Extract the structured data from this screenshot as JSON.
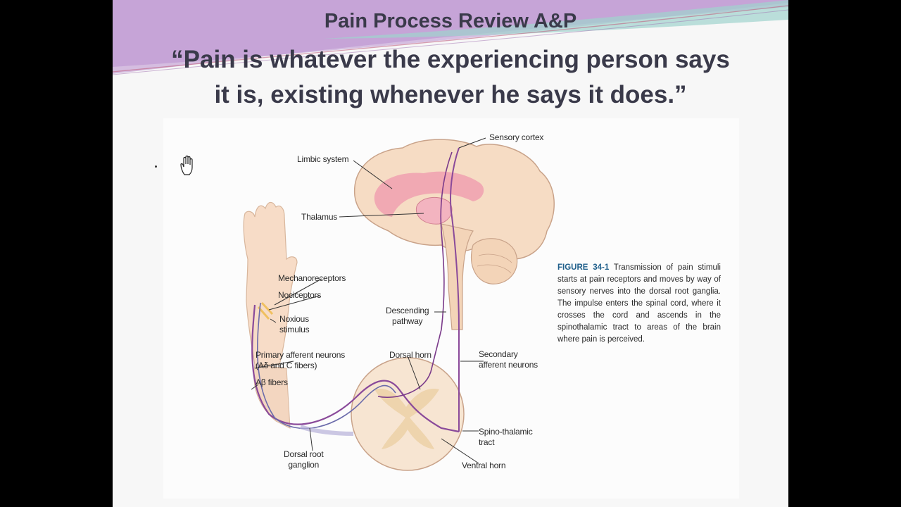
{
  "slide": {
    "title": "Pain Process Review A&P",
    "quote_line1": "“Pain is whatever the experiencing person says",
    "quote_line2": "it is, existing whenever he says it does.”"
  },
  "figure": {
    "labels": {
      "sensory_cortex": "Sensory cortex",
      "limbic_system": "Limbic system",
      "thalamus": "Thalamus",
      "mechanoreceptors": "Mechanoreceptors",
      "nociceptors": "Nociceptors",
      "noxious_1": "Noxious",
      "noxious_2": "stimulus",
      "descending_1": "Descending",
      "descending_2": "pathway",
      "primary_1": "Primary afferent neurons",
      "primary_2": "(Aδ and C fibers)",
      "abeta": "Aβ fibers",
      "dorsal_horn": "Dorsal horn",
      "secondary_1": "Secondary",
      "secondary_2": "afferent neurons",
      "spino_1": "Spino-thalamic",
      "spino_2": "tract",
      "drg_1": "Dorsal root",
      "drg_2": "ganglion",
      "ventral_horn": "Ventral horn"
    },
    "caption_label": "FIGURE 34-1",
    "caption_text": " Transmission of pain stimuli starts at pain receptors and moves by way of sensory nerves into the dorsal root ganglia. The impulse enters the spinal cord, where it crosses the cord and ascends in the spinothalamic tract to areas of the brain where pain is perceived."
  },
  "icons": {
    "cursor": "hand-cursor-icon"
  },
  "colors": {
    "title_text": "#3a3a4a",
    "caption_figure_label": "#1f5f8b",
    "swoosh_purple": "#b48cc8",
    "swoosh_teal": "#8fc9c3",
    "nerve_purple": "#8a4a9a",
    "limbic_pink": "#f0a0b0"
  }
}
